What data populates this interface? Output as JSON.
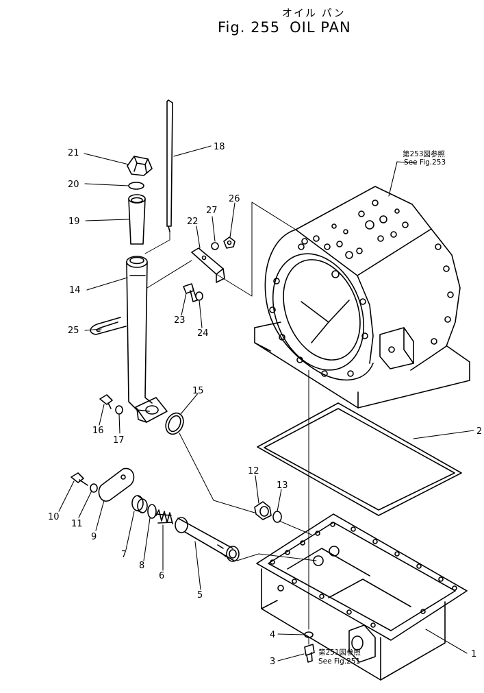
{
  "title": {
    "japanese": "オイル パン",
    "figure": "Fig. 255",
    "name": "OIL PAN"
  },
  "references": {
    "fig253_jp": "第253図参照",
    "fig253_en": "See Fig.253",
    "fig251_jp": "第251図参照",
    "fig251_en": "See Fig.251"
  },
  "parts": [
    {
      "id": "1",
      "label": "1"
    },
    {
      "id": "2",
      "label": "2"
    },
    {
      "id": "3",
      "label": "3"
    },
    {
      "id": "4",
      "label": "4"
    },
    {
      "id": "5",
      "label": "5"
    },
    {
      "id": "6",
      "label": "6"
    },
    {
      "id": "7",
      "label": "7"
    },
    {
      "id": "8",
      "label": "8"
    },
    {
      "id": "9",
      "label": "9"
    },
    {
      "id": "10",
      "label": "10"
    },
    {
      "id": "11",
      "label": "11"
    },
    {
      "id": "12",
      "label": "12"
    },
    {
      "id": "13",
      "label": "13"
    },
    {
      "id": "14",
      "label": "14"
    },
    {
      "id": "15",
      "label": "15"
    },
    {
      "id": "16",
      "label": "16"
    },
    {
      "id": "17",
      "label": "17"
    },
    {
      "id": "18",
      "label": "18"
    },
    {
      "id": "19",
      "label": "19"
    },
    {
      "id": "20",
      "label": "20"
    },
    {
      "id": "21",
      "label": "21"
    },
    {
      "id": "22",
      "label": "22"
    },
    {
      "id": "23",
      "label": "23"
    },
    {
      "id": "24",
      "label": "24"
    },
    {
      "id": "25",
      "label": "25"
    },
    {
      "id": "26",
      "label": "26"
    },
    {
      "id": "27",
      "label": "27"
    }
  ]
}
